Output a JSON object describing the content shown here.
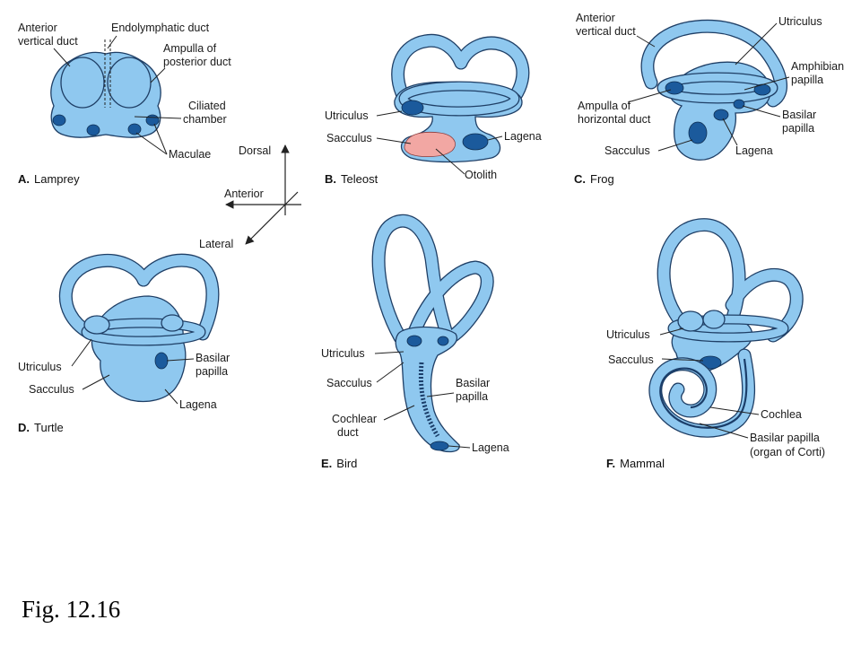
{
  "figure": {
    "caption": "Fig. 12.16"
  },
  "panels": {
    "a": {
      "letter": "A.",
      "name": "Lamprey",
      "labels": {
        "anterior_vertical_duct_1": "Anterior",
        "anterior_vertical_duct_2": "vertical duct",
        "endolymphatic_duct": "Endolymphatic duct",
        "ampulla_posterior_1": "Ampulla of",
        "ampulla_posterior_2": "posterior duct",
        "ciliated_1": "Ciliated",
        "ciliated_2": "chamber",
        "maculae": "Maculae"
      }
    },
    "b": {
      "letter": "B.",
      "name": "Teleost",
      "labels": {
        "utriculus": "Utriculus",
        "sacculus": "Sacculus",
        "lagena": "Lagena",
        "otolith": "Otolith"
      }
    },
    "c": {
      "letter": "C.",
      "name": "Frog",
      "labels": {
        "anterior_vertical_duct_1": "Anterior",
        "anterior_vertical_duct_2": "vertical duct",
        "utriculus": "Utriculus",
        "amphibian_papilla_1": "Amphibian",
        "amphibian_papilla_2": "papilla",
        "ampulla_horizontal_1": "Ampulla of",
        "ampulla_horizontal_2": "horizontal duct",
        "basilar_papilla_1": "Basilar",
        "basilar_papilla_2": "papilla",
        "sacculus": "Sacculus",
        "lagena": "Lagena"
      }
    },
    "d": {
      "letter": "D.",
      "name": "Turtle",
      "labels": {
        "utriculus": "Utriculus",
        "sacculus": "Sacculus",
        "basilar_papilla_1": "Basilar",
        "basilar_papilla_2": "papilla",
        "lagena": "Lagena"
      }
    },
    "e": {
      "letter": "E.",
      "name": "Bird",
      "labels": {
        "utriculus": "Utriculus",
        "sacculus": "Sacculus",
        "basilar_papilla_1": "Basilar",
        "basilar_papilla_2": "papilla",
        "cochlear_duct_1": "Cochlear",
        "cochlear_duct_2": "duct",
        "lagena": "Lagena"
      }
    },
    "f": {
      "letter": "F.",
      "name": "Mammal",
      "labels": {
        "utriculus": "Utriculus",
        "sacculus": "Sacculus",
        "cochlea": "Cochlea",
        "basilar_papilla_1": "Basilar papilla",
        "basilar_papilla_2": "(organ of Corti)"
      }
    }
  },
  "orientation": {
    "dorsal": "Dorsal",
    "anterior": "Anterior",
    "lateral": "Lateral"
  },
  "colors": {
    "organ_fill": "#8fc8ef",
    "organ_outline": "#1f3f66",
    "macula": "#1b5a9c",
    "otolith": "#f2a7a3"
  }
}
